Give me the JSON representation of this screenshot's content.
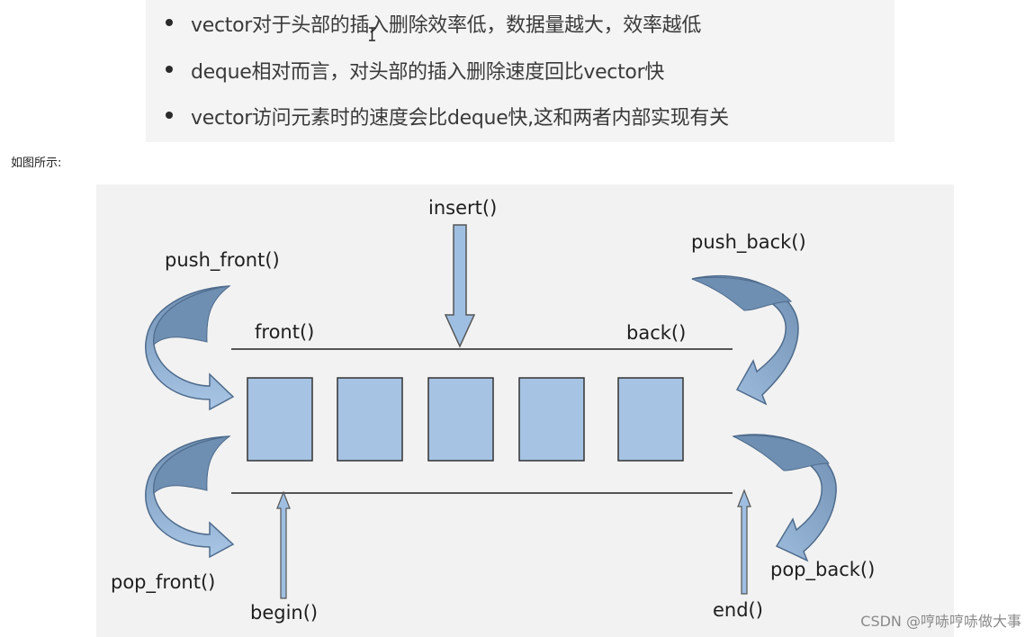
{
  "bullets": [
    "vector对于头部的插入删除效率低，数据量越大，效率越低",
    "deque相对而言，对头部的插入删除速度回比vector快",
    "vector访问元素时的速度会比deque快,这和两者内部实现有关"
  ],
  "caption": "如图所示:",
  "diagram": {
    "labels": {
      "insert": "insert()",
      "push_front": "push_front()",
      "push_back": "push_back()",
      "front": "front()",
      "back": "back()",
      "pop_front": "pop_front()",
      "pop_back": "pop_back()",
      "begin": "begin()",
      "end": "end()"
    },
    "colors": {
      "cell_fill": "#a6c3e3",
      "cell_stroke": "#333333",
      "arrow_light": "#9fbfe2",
      "arrow_dark": "#6f8fb2",
      "line": "#555555"
    }
  },
  "watermark": "CSDN @哼哧哼哧做大事"
}
